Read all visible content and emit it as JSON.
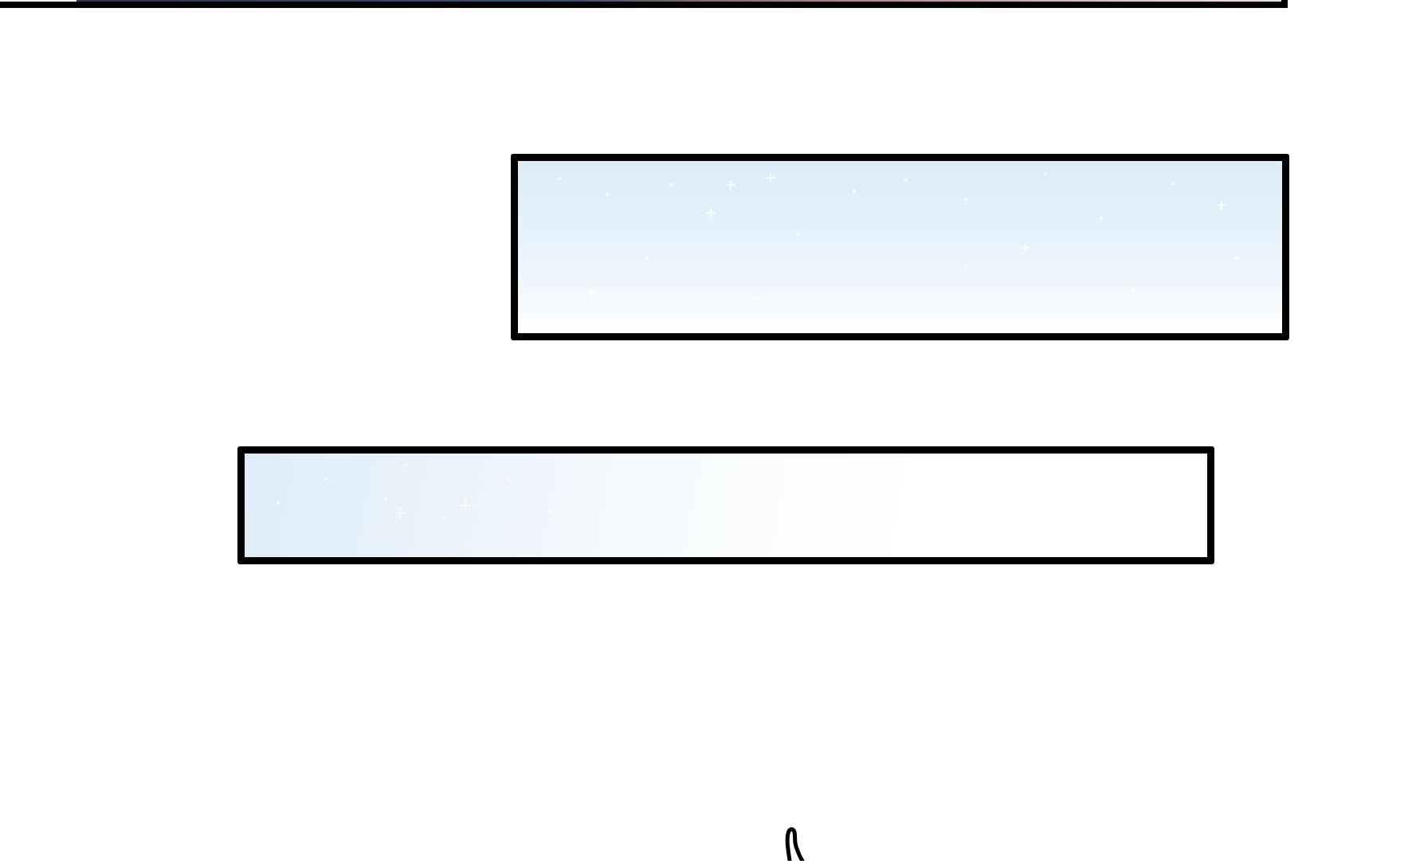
{
  "page": {
    "background": "#ffffff"
  },
  "panels": [
    {
      "id": "top-panel",
      "style": "dark-to-pink gradient, cut off at top"
    },
    {
      "id": "sky-panel-1",
      "style": "pale blue snowy sky"
    },
    {
      "id": "sky-panel-2",
      "style": "pale blue snowy sky fading to white"
    }
  ],
  "colors": {
    "border": "#000000",
    "sky_top": "#dcecf8",
    "sky_bottom": "#ffffff"
  },
  "figure": {
    "icon": "hand-outline-icon"
  }
}
